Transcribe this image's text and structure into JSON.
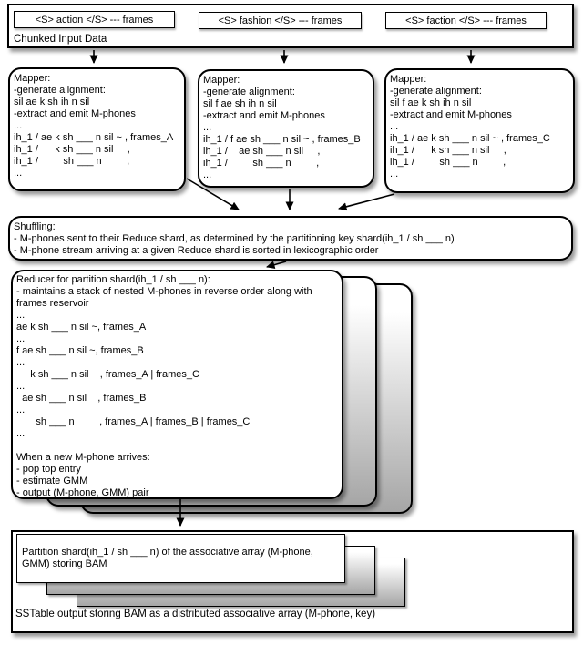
{
  "input": {
    "label": "Chunked Input Data",
    "chunks": [
      "<S> action </S> --- frames",
      "<S> fashion </S> --- frames",
      "<S> faction </S> --- frames"
    ]
  },
  "mappers": {
    "a": [
      "Mapper:",
      "-generate alignment:",
      "sil ae k sh ih n sil",
      "-extract and emit M-phones",
      "...",
      "ih_1 / ae k sh ___ n sil ~ , frames_A",
      "ih_1 /      k sh ___ n sil     ,",
      "ih_1 /         sh ___ n         ,",
      "..."
    ],
    "b": [
      "Mapper:",
      "-generate alignment:",
      "sil f ae sh ih n sil",
      "-extract and emit M-phones",
      "...",
      "ih_1 / f ae sh ___ n sil ~ , frames_B",
      "ih_1 /    ae sh ___ n sil     ,",
      "ih_1 /         sh ___ n         ,",
      "..."
    ],
    "c": [
      "Mapper:",
      "-generate alignment:",
      "sil f ae k sh ih n sil",
      "-extract and emit M-phones",
      "...",
      "ih_1 / ae k sh ___ n sil ~ , frames_C",
      "ih_1 /      k sh ___ n sil     ,",
      "ih_1 /         sh ___ n         ,",
      "..."
    ]
  },
  "shuffling": [
    "Shuffling:",
    "- M-phones sent to their Reduce shard, as determined by the partitioning key shard(ih_1 / sh ___ n)",
    "- M-phone stream arriving at a given Reduce shard is sorted in lexicographic order"
  ],
  "reducer": [
    "Reducer for partition shard(ih_1 / sh ___ n):",
    "- maintains a stack of nested M-phones in reverse order along with",
    "frames reservoir",
    "...",
    "ae k sh ___ n sil ~, frames_A",
    "...",
    "f ae sh ___ n sil ~, frames_B",
    "...",
    "     k sh ___ n sil    , frames_A | frames_C",
    "...",
    "  ae sh ___ n sil    , frames_B",
    "...",
    "       sh ___ n         , frames_A | frames_B | frames_C",
    "...",
    "",
    "When a new M-phone arrives:",
    "- pop top entry",
    "- estimate GMM",
    "- output (M-phone, GMM) pair"
  ],
  "output": {
    "partition": [
      "Partition shard(ih_1 / sh ___ n) of the associative array (M-phone,",
      "GMM) storing BAM"
    ],
    "sstable": "SSTable output storing BAM as a distributed associative array (M-phone, key)"
  },
  "colors": {
    "ink": "#000000",
    "paper": "#ffffff",
    "stack_gray": "#a6a6a6"
  }
}
